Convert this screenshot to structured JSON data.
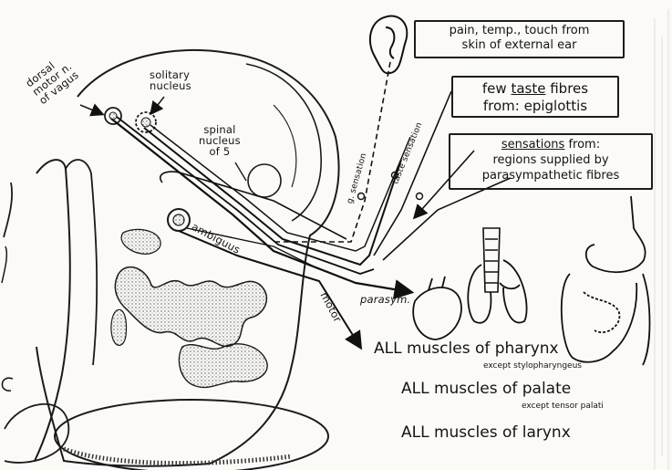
{
  "labels": {
    "dorsal_motor_1": "dorsal",
    "dorsal_motor_2": "motor n.",
    "dorsal_motor_3": "of vagus",
    "solitary_1": "solitary",
    "solitary_2": "nucleus",
    "spinal_1": "spinal",
    "spinal_2": "nucleus",
    "spinal_3": "of 5",
    "ambiguus": "ambiguus",
    "motor": "motor",
    "parasym": "parasym.",
    "g_sensation": "g. sensation",
    "taste_sensation": "taste sensation"
  },
  "boxes": {
    "ear": {
      "line1": "pain, temp., touch from",
      "line2": "skin of external ear"
    },
    "taste": {
      "line1_pre": "few ",
      "line1_u": "taste",
      "line1_post": " fibres",
      "line2": "from: epiglottis"
    },
    "sensations": {
      "line1_u": "sensations",
      "line1_post": " from:",
      "line2": "regions supplied by",
      "line3": "parasympathetic fibres"
    }
  },
  "muscles": {
    "pharynx_main": "ALL muscles of pharynx",
    "pharynx_except": "except stylopharyngeus",
    "palate_main": "ALL muscles of palate",
    "palate_except": "except tensor palati",
    "larynx_main": "ALL muscles of larynx"
  }
}
